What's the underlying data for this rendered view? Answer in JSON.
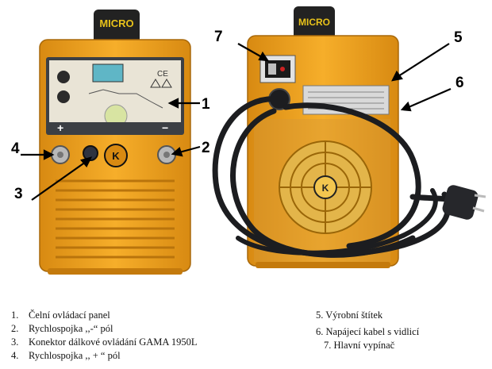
{
  "callouts": [
    {
      "id": "1",
      "text": "1"
    },
    {
      "id": "2",
      "text": "2"
    },
    {
      "id": "3",
      "text": "3"
    },
    {
      "id": "4",
      "text": "4"
    },
    {
      "id": "5",
      "text": "5"
    },
    {
      "id": "6",
      "text": "6"
    },
    {
      "id": "7",
      "text": "7"
    }
  ],
  "device_labels": {
    "strap_left": "MICRO",
    "strap_right": "MICRO",
    "plus": "+",
    "minus": "−",
    "ce": "CE",
    "logo": "K"
  },
  "legend_left": [
    {
      "num": "1.",
      "text": "Čelní ovládací panel"
    },
    {
      "num": "2.",
      "text": "Rychlospojka ,,-“ pól"
    },
    {
      "num": "3.",
      "text": "Konektor dálkové ovládání GAMA 1950L"
    },
    {
      "num": "4.",
      "text": "Rychlospojka ,, + “ pól"
    }
  ],
  "legend_right": [
    {
      "num": "5.",
      "text": "Výrobní štítek"
    },
    {
      "num": "6.",
      "text": "Napájecí kabel s vidlicí"
    },
    {
      "num": "7.",
      "text": "Hlavní vypínač"
    }
  ],
  "colors": {
    "body": "#f0a21e",
    "body_dark": "#c47a0c",
    "panel": "#3c3f44",
    "lcd": "#5fb6c6",
    "cable": "#1c1d20",
    "strap": "#222222",
    "strap_text": "#e8c21a"
  }
}
